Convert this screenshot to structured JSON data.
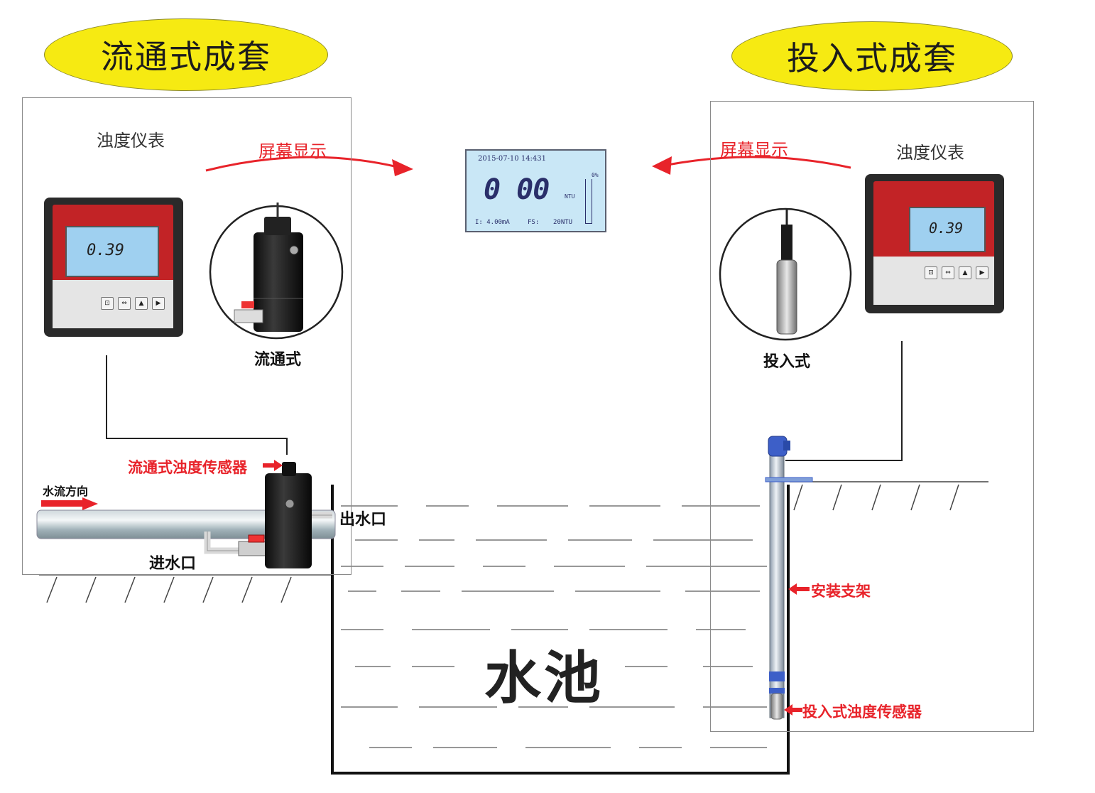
{
  "titles": {
    "flow_set": "流通式成套",
    "immersion_set": "投入式成套"
  },
  "left": {
    "instrument_label": "浊度仪表",
    "screen_label": "屏幕显示",
    "sensor_type_label": "流通式",
    "sensor_callout": "流通式浊度传感器",
    "flow_direction": "水流方向",
    "inlet": "进水口",
    "outlet": "出水口"
  },
  "right": {
    "instrument_label": "浊度仪表",
    "screen_label": "屏幕显示",
    "sensor_type_label": "投入式",
    "bracket_callout": "安装支架",
    "sensor_callout": "投入式浊度传感器"
  },
  "pool_label": "水池",
  "lcd": {
    "datetime": "2015-07-10  14:431",
    "reading": "0  00",
    "unit": "NTU",
    "percent": "0%",
    "current": "I:   4.00mA",
    "fs_label": "FS:",
    "range": "20NTU"
  },
  "meter_left": {
    "reading": "0.39",
    "keys": [
      "⊡",
      "⇔",
      "▲",
      "▶"
    ]
  },
  "meter_right": {
    "reading": "0.39",
    "keys": [
      "⊡",
      "⇔",
      "▲",
      "▶"
    ]
  },
  "colors": {
    "title_fill": "#f6ea12",
    "callout_red": "#e8232a",
    "meter_red": "#c22326",
    "lcd_bg": "#c9e7f6"
  }
}
